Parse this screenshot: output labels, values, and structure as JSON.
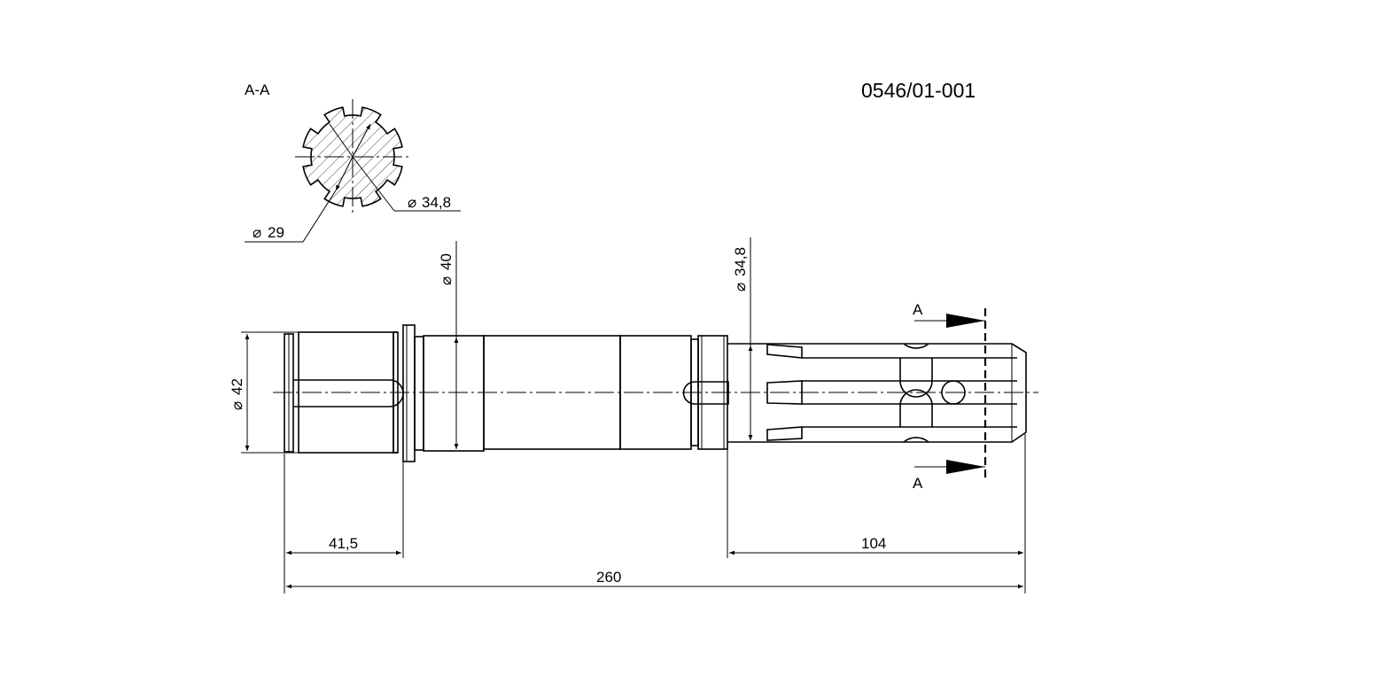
{
  "drawing": {
    "part_number": "0546/01-001",
    "section_label": "A-A",
    "cut_marks": [
      "A",
      "A"
    ],
    "dimensions": {
      "spline_root_dia": "29",
      "spline_outer_dia_section": "34,8",
      "body_dia_42": "42",
      "collar_dia_40": "40",
      "spline_dia_34_8": "34,8",
      "len_41_5": "41,5",
      "len_104": "104",
      "len_260": "260"
    },
    "diameter_symbol": "⌀"
  }
}
